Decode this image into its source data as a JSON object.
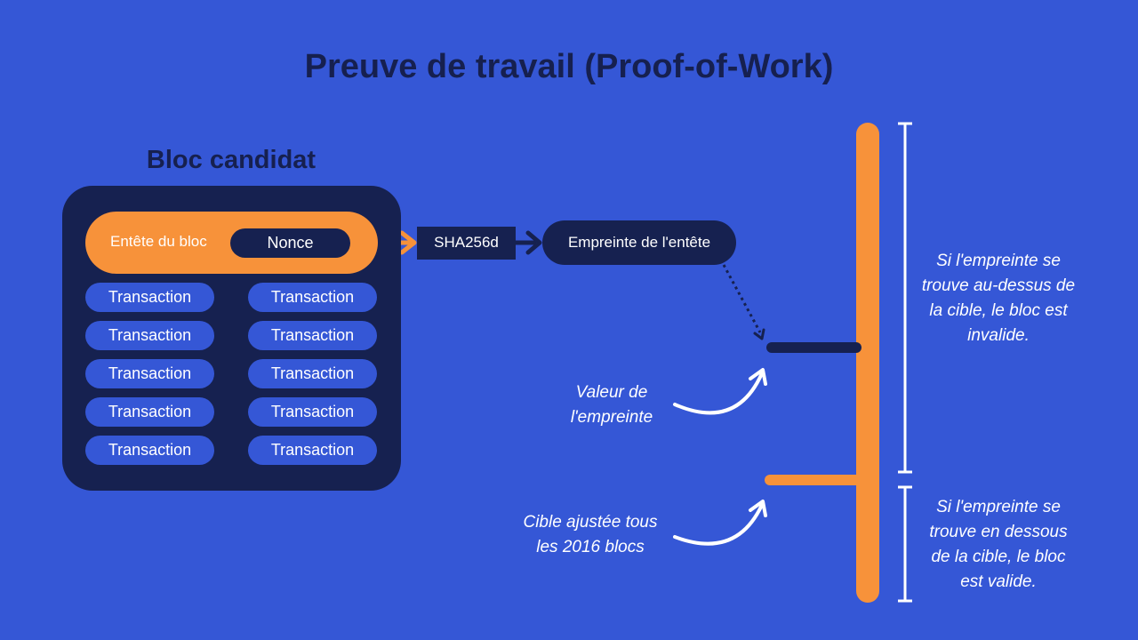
{
  "title": "Preuve de travail (Proof-of-Work)",
  "candidate_block": {
    "title": "Bloc candidat",
    "header_label": "Entête du bloc",
    "nonce_label": "Nonce",
    "transactions": [
      "Transaction",
      "Transaction",
      "Transaction",
      "Transaction",
      "Transaction",
      "Transaction",
      "Transaction",
      "Transaction",
      "Transaction",
      "Transaction"
    ]
  },
  "hash_function": "SHA256d",
  "header_hash": "Empreinte de l'entête",
  "hash_value_label": "Valeur de l'empreinte",
  "target_label": "Cible ajustée tous les 2016 blocs",
  "above_target_note": "Si l'empreinte se trouve au-dessus de la cible, le bloc est invalide.",
  "below_target_note": "Si l'empreinte se trouve en dessous de la cible, le bloc est valide.",
  "colors": {
    "background": "#3557d6",
    "dark_navy": "#162150",
    "orange": "#f7923a",
    "white": "#ffffff"
  }
}
